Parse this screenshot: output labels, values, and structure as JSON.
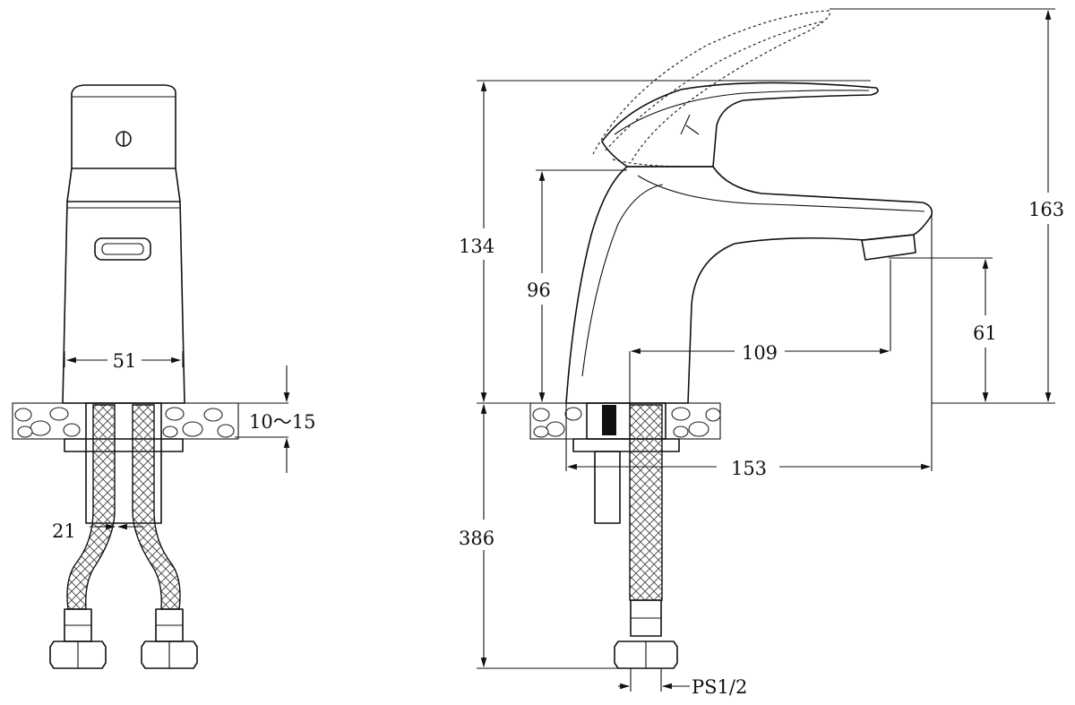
{
  "figure": {
    "dimensions": {
      "front_width": "51",
      "deck_thickness": "10～15",
      "hose_spacing": "21",
      "overall_height_raised": "163",
      "height_to_spout_top": "134",
      "height_to_lever_base": "96",
      "spout_clearance": "61",
      "spout_reach": "109",
      "overall_depth": "153",
      "hose_length": "386",
      "connection_thread": "PS1/2"
    }
  }
}
